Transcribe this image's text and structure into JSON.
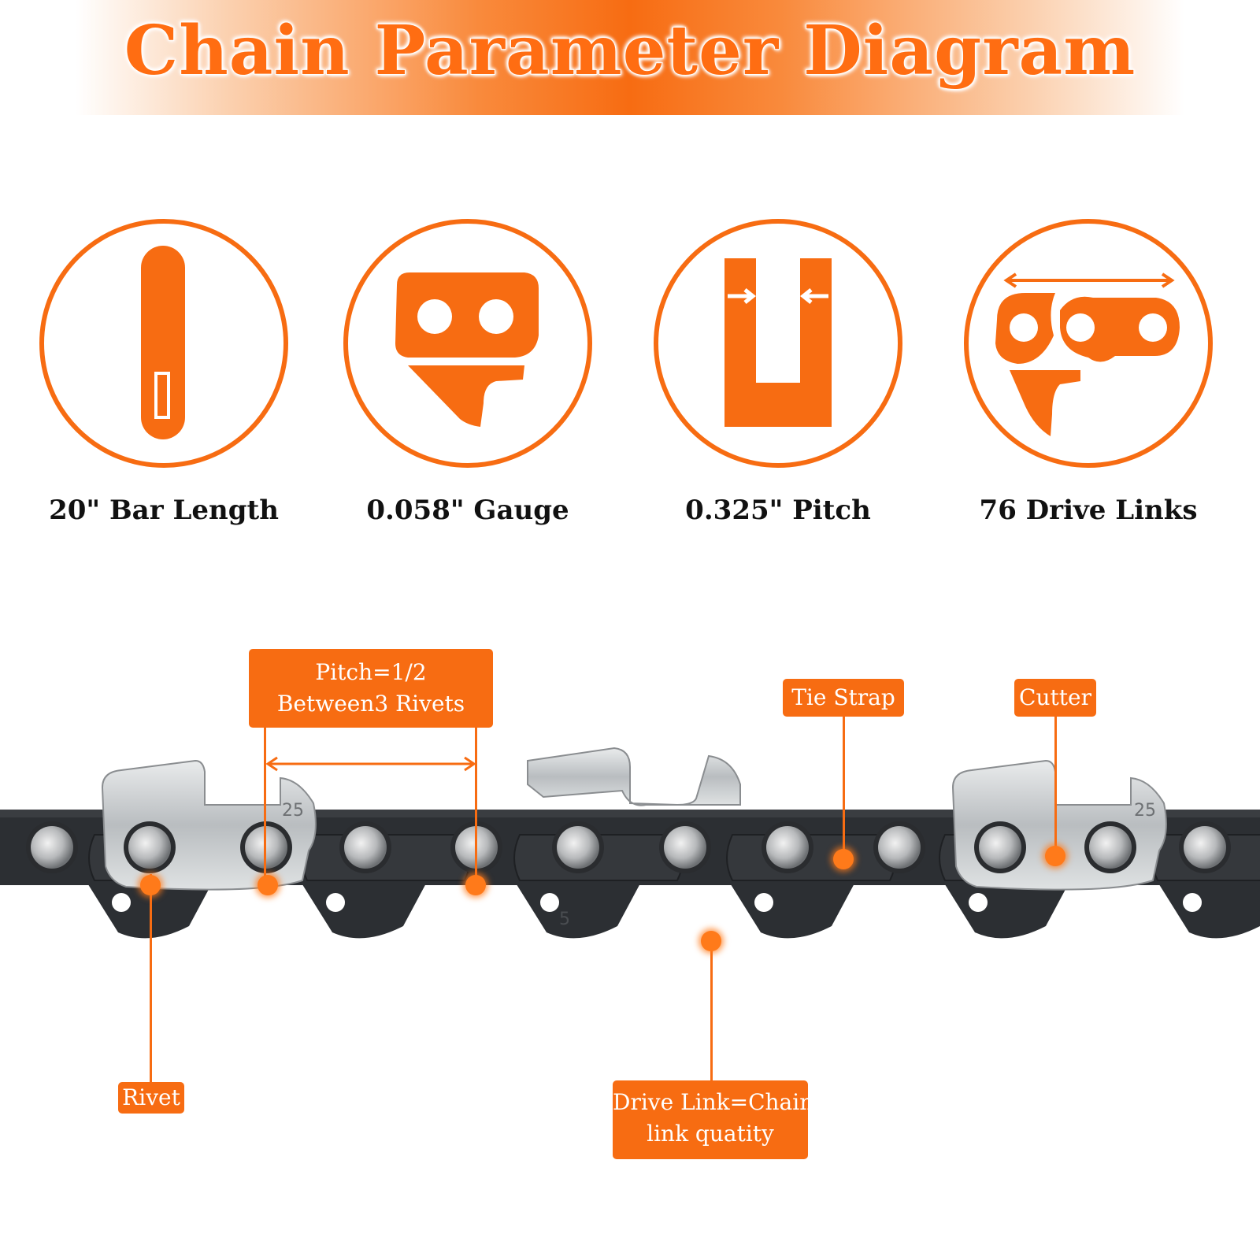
{
  "title": "Chain Parameter Diagram",
  "colors": {
    "accent": "#f76c12",
    "chain": "#2c2f33",
    "silver": "#c9ccce"
  },
  "parameters": [
    {
      "icon": "guide-bar-icon",
      "label": "20\" Bar Length"
    },
    {
      "icon": "gauge-link-icon",
      "label": "0.058\" Gauge"
    },
    {
      "icon": "pitch-u-icon",
      "label": "0.325\" Pitch"
    },
    {
      "icon": "drive-links-icon",
      "label": "76 Drive Links"
    }
  ],
  "chain_stamps": {
    "cutter": "25",
    "drive_link": "5"
  },
  "callouts": {
    "pitch": {
      "line1": "Pitch=1/2",
      "line2": "Between3 Rivets"
    },
    "tie_strap": "Tie Strap",
    "cutter": "Cutter",
    "rivet": "Rivet",
    "drive_link": {
      "line1": "Drive Link=Chain",
      "line2": "link quatity"
    }
  }
}
